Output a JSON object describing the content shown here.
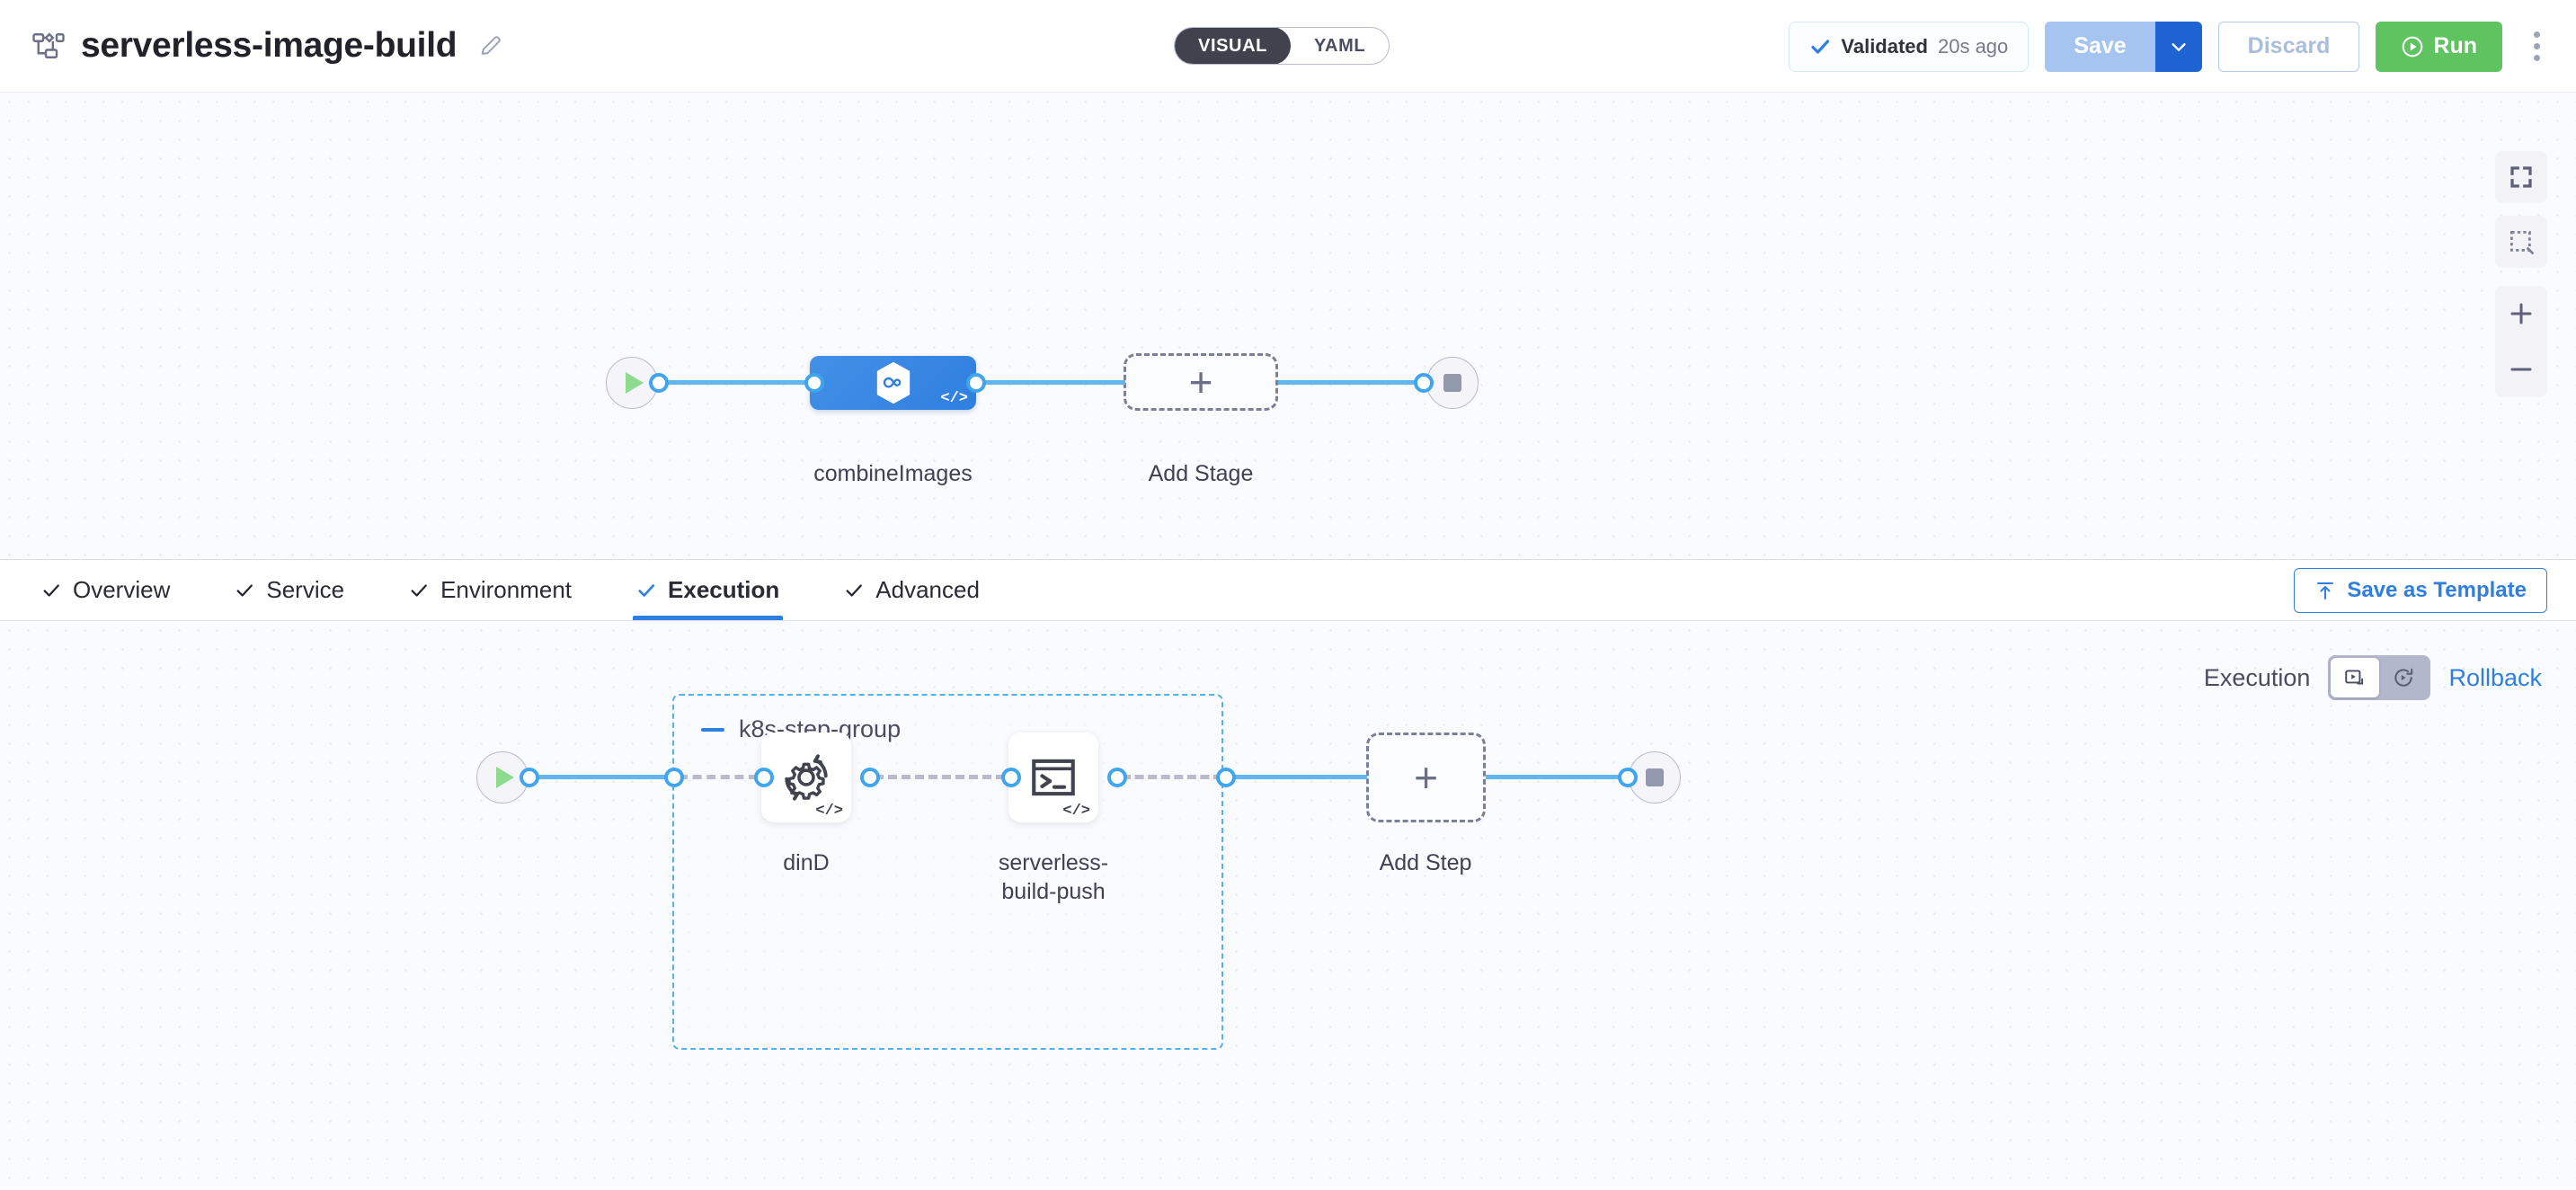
{
  "header": {
    "pipeline_icon": "pipeline-flow-icon",
    "title": "serverless-image-build",
    "edit_icon": "pencil-edit-icon",
    "mode_toggle": {
      "visual": "VISUAL",
      "yaml": "YAML",
      "active": "VISUAL"
    },
    "validated": {
      "icon": "check-icon",
      "label": "Validated",
      "time": "20s ago"
    },
    "save": {
      "label": "Save",
      "caret_icon": "chevron-down-icon"
    },
    "discard": {
      "label": "Discard"
    },
    "run": {
      "label": "Run",
      "icon": "play-circle-icon"
    },
    "more_icon": "kebab-menu-icon"
  },
  "stage_canvas": {
    "start_node": {
      "icon": "play-icon",
      "name": "pipeline-start"
    },
    "end_node": {
      "icon": "stop-icon",
      "name": "pipeline-end"
    },
    "stages": [
      {
        "label": "combineImages",
        "icon": "harness-ci-hexagon-icon",
        "badge": "</>",
        "type": "ci-stage"
      }
    ],
    "add_stage": {
      "label": "Add Stage",
      "icon": "plus-icon"
    },
    "controls": [
      {
        "name": "fit-to-screen-button",
        "icon": "fit-screen-icon"
      },
      {
        "name": "selection-box-button",
        "icon": "selection-box-icon"
      },
      {
        "name": "zoom-in-button",
        "icon": "plus-icon"
      },
      {
        "name": "zoom-out-button",
        "icon": "minus-icon"
      }
    ]
  },
  "tabbar": {
    "tabs": [
      {
        "label": "Overview",
        "icon": "check-icon",
        "active": false
      },
      {
        "label": "Service",
        "icon": "check-icon",
        "active": false
      },
      {
        "label": "Environment",
        "icon": "check-icon",
        "active": false
      },
      {
        "label": "Execution",
        "icon": "check-icon",
        "active": true
      },
      {
        "label": "Advanced",
        "icon": "check-icon",
        "active": false
      }
    ],
    "save_as_template": {
      "label": "Save as Template",
      "icon": "template-upload-icon"
    }
  },
  "execution_canvas": {
    "mode_row": {
      "execution_label": "Execution",
      "rollback_label": "Rollback",
      "toggle": [
        {
          "name": "execution-view-button",
          "icon": "execution-flow-icon",
          "active": true
        },
        {
          "name": "rollback-view-button",
          "icon": "rollback-arrow-icon",
          "active": false
        }
      ]
    },
    "start_node": {
      "icon": "play-icon",
      "name": "execution-start"
    },
    "end_node": {
      "icon": "stop-icon",
      "name": "execution-end"
    },
    "step_group": {
      "label": "k8s-step-group",
      "collapse_icon": "minus-collapse-icon",
      "steps": [
        {
          "label": "dinD",
          "icon": "gear-rotate-icon",
          "badge": "</>"
        },
        {
          "label": "serverless-\nbuild-push",
          "label_line1": "serverless-",
          "label_line2": "build-push",
          "icon": "terminal-icon",
          "badge": "</>"
        }
      ]
    },
    "add_step": {
      "label": "Add Step",
      "icon": "plus-icon"
    }
  },
  "colors": {
    "accent_blue": "#2f7fe0",
    "edge_blue": "#62b5f0",
    "group_border": "#52b1ee",
    "run_green": "#5fc360",
    "stage_blue": "#3a86e3",
    "canvas_bg": "#fafbfe"
  }
}
